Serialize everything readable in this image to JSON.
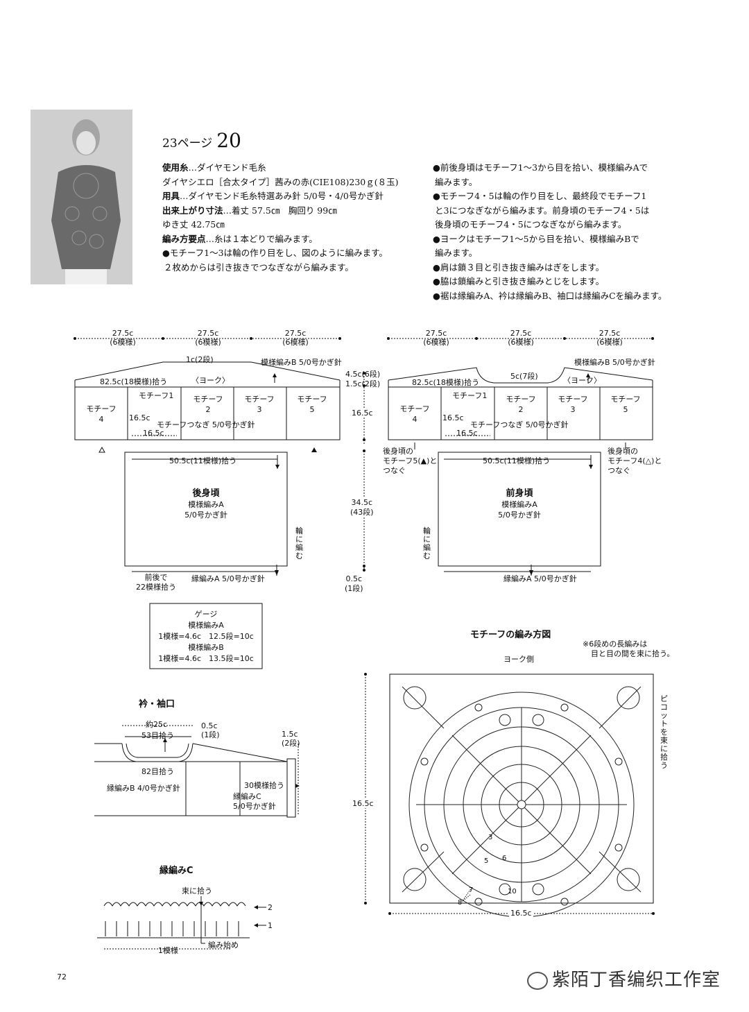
{
  "header": {
    "page_ref": "23ページ",
    "pattern_no": "20"
  },
  "specs": [
    {
      "label": "使用糸",
      "value": "…ダイヤモンド毛糸"
    },
    {
      "label": "",
      "value": "ダイヤシエロ［合太タイプ］茜みの赤(CIE108)230ｇ(８玉)"
    },
    {
      "label": "用具",
      "value": "…ダイヤモンド毛糸特選あみ針 5/0号・4/0号かぎ針"
    },
    {
      "label": "出来上がり寸法",
      "value": "…着丈 57.5㎝　胸回り 99㎝"
    },
    {
      "label": "",
      "value": "ゆき丈 42.75㎝"
    },
    {
      "label": "編み方要点",
      "value": "…糸は１本どりで編みます。"
    },
    {
      "label": "",
      "value": "●モチーフ1～3は輪の作り目をし、図のように編みます。"
    },
    {
      "label": "",
      "value": "２枚めからは引き抜きでつなぎながら編みます。"
    }
  ],
  "notes": [
    "●前後身頃はモチーフ1～3から目を拾い、模様編みAで",
    "編みます。",
    "●モチーフ4・5は輪の作り目をし、最終段でモチーフ1",
    "と3につなぎながら編みます。前身頃のモチーフ4・5は",
    "後身頃のモチーフ4・5につなぎながら編みます。",
    "●ヨークはモチーフ1～5から目を拾い、模様編みBで",
    "編みます。",
    "●肩は鎖３目と引き抜き編みはぎをします。",
    "●脇は鎖編みと引き抜き編みとじをします。",
    "●裾は縁編みA、衿は縁編みB、袖口は縁編みCを編みます。"
  ],
  "back": {
    "top_w": "27.5c",
    "top_sub": "(6模様)",
    "yoke_pick": "1c(2段)",
    "yoke_b": "模様編みB 5/0号かぎ針",
    "yoke_label": "82.5c(18模様)拾う",
    "yoke_name": "〈ヨーク〉",
    "m4": "モチーフ",
    "m4n": "4",
    "m1": "モチーフ1",
    "m2": "モチーフ",
    "m2n": "2",
    "m3": "モチーフ",
    "m3n": "3",
    "m5": "モチーフ",
    "m5n": "5",
    "h165": "16.5c",
    "join": "モチーフつなぎ 5/0号かぎ針",
    "w165": "16.5c",
    "body_pick": "50.5c(11模様)拾う",
    "title": "後身頃",
    "pat": "模様編みA",
    "hook": "5/0号かぎ針",
    "round": "輪に編む",
    "edge": "縁編みA 5/0号かぎ針",
    "pick_note1": "前後で",
    "pick_note2": "22模様拾う"
  },
  "mid": {
    "y45": "4.5c(6段)",
    "y15": "1.5c(2段)",
    "y165": "16.5c",
    "b345": "34.5c",
    "b43": "(43段)",
    "e05": "0.5c",
    "e1": "(1段)"
  },
  "front": {
    "neck": "5c(7段)",
    "yoke_b": "模様編みB 5/0号かぎ針",
    "yoke_label": "82.5c(18模様)拾う",
    "yoke_name": "〈ヨーク〉",
    "title": "前身頃",
    "join_l1": "後身頃の",
    "join_l2": "モチーフ5(▲)と",
    "join_l3": "つなぐ",
    "join_r1": "後身頃の",
    "join_r2": "モチーフ4(△)と",
    "join_r3": "つなぐ"
  },
  "gauge": {
    "title": "ゲージ",
    "a": "模様編みA",
    "a_val": "1模様=4.6c　12.5段=10c",
    "b": "模様編みB",
    "b_val": "1模様=4.6c　13.5段=10c"
  },
  "collar": {
    "title": "衿・袖口",
    "about25": "約25c",
    "s53": "53目拾う",
    "s82": "82目拾う",
    "c05": "0.5c",
    "c1": "(1段)",
    "c15": "1.5c",
    "c2": "(2段)",
    "edge_b": "縁編みB 4/0号かぎ針",
    "p30": "30模様拾う",
    "edge_c1": "縁編みC",
    "edge_c2": "5/0号かぎ針"
  },
  "edge_c": {
    "title": "縁編みC",
    "pick": "束に拾う",
    "r2": "2",
    "r1": "1",
    "unit": "1模様",
    "start": "編み始め"
  },
  "motif": {
    "title": "モチーフの編み方図",
    "side": "ヨーク側",
    "note1": "※6段めの長編みは",
    "note2": "目と目の間を束に拾う。",
    "picot": "ピコットを束に拾う",
    "h": "16.5c",
    "w": "16.5c",
    "rounds": [
      "3",
      "5",
      "6",
      "7",
      "8",
      "10"
    ]
  },
  "footer": {
    "page": "72",
    "watermark": "紫陌丁香编织工作室"
  }
}
